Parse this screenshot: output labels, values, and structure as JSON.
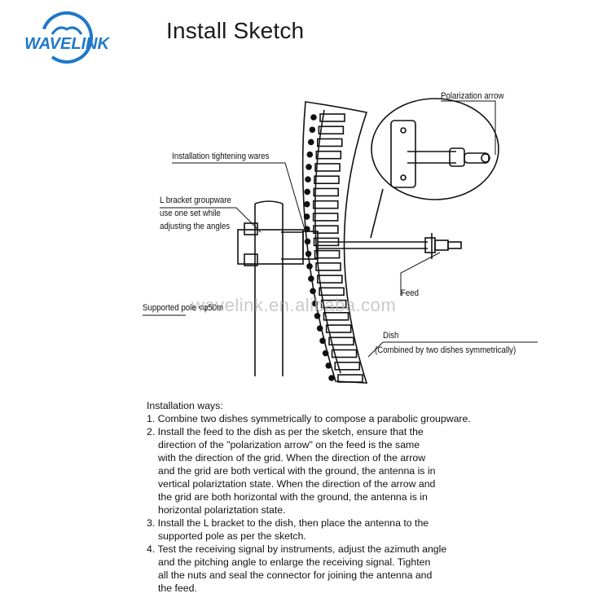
{
  "logo": {
    "text": "WAVELINK",
    "brand_color": "#1f78c8"
  },
  "title": "Install Sketch",
  "labels": {
    "polarization_arrow": "Polarization arrow",
    "tightening_wares": "Installation tightening wares",
    "l_bracket_1": "L bracket groupware",
    "l_bracket_2": "use one set while",
    "l_bracket_3": "adjusting the angles",
    "supported_pole": "Supported pole <φ50m",
    "feed": "Feed",
    "dish": "Dish",
    "dish_note": "(Combined by two dishes symmetrically)"
  },
  "watermark": "wavelink.en.alibaba.com",
  "instructions": {
    "heading": "Installation ways:",
    "lines": [
      "1. Combine two dishes symmetrically to compose a parabolic groupware.",
      "2. Install the feed to the dish as per the sketch, ensure that the",
      "direction of the \"polarization arrow\" on the feed is the same",
      "with the direction of the grid. When the direction of the arrow",
      "and the grid are both vertical with the ground, the antenna is in",
      "vertical polariztation state. When the direction of the arrow and",
      "the grid are both horizontal with the ground, the antenna is in",
      "horizontal polariztation state.",
      "3. Install the L bracket to the dish, then place the antenna to the",
      "supported pole as per the sketch.",
      "4. Test the receiving signal by instruments, adjust the azimuth angle",
      "and the pitching angle to enlarge the receiving signal. Tighten",
      "all the nuts and seal the connector for joining the antenna and",
      "the feed."
    ]
  }
}
